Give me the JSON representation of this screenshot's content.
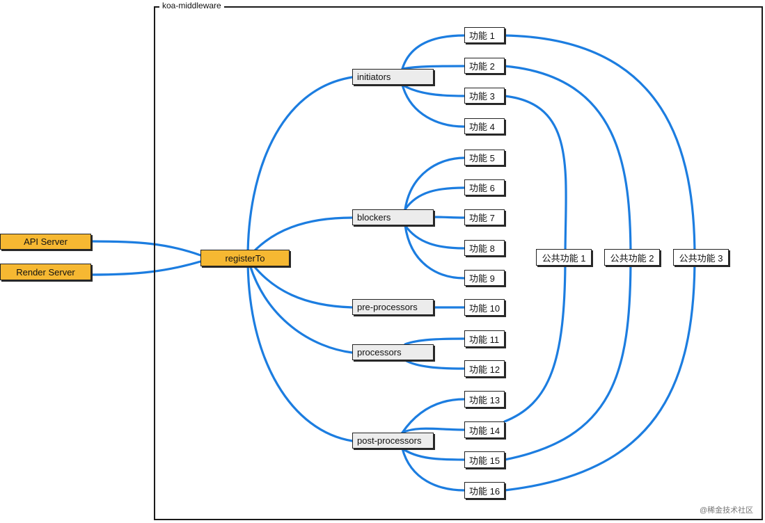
{
  "frame": {
    "title": "koa-middleware"
  },
  "colors": {
    "wire": "#1c7de0",
    "accent": "#f6b832",
    "stage": "#ececec"
  },
  "servers": [
    {
      "id": "api",
      "label": "API Server"
    },
    {
      "id": "render",
      "label": "Render Server"
    }
  ],
  "register": {
    "label": "registerTo"
  },
  "stages": [
    {
      "id": "initiators",
      "label": "initiators"
    },
    {
      "id": "blockers",
      "label": "blockers"
    },
    {
      "id": "pre",
      "label": "pre-processors"
    },
    {
      "id": "proc",
      "label": "processors"
    },
    {
      "id": "post",
      "label": "post-processors"
    }
  ],
  "features": [
    {
      "id": "f1",
      "label": "功能 1"
    },
    {
      "id": "f2",
      "label": "功能 2"
    },
    {
      "id": "f3",
      "label": "功能 3"
    },
    {
      "id": "f4",
      "label": "功能 4"
    },
    {
      "id": "f5",
      "label": "功能 5"
    },
    {
      "id": "f6",
      "label": "功能 6"
    },
    {
      "id": "f7",
      "label": "功能 7"
    },
    {
      "id": "f8",
      "label": "功能 8"
    },
    {
      "id": "f9",
      "label": "功能 9"
    },
    {
      "id": "f10",
      "label": "功能 10"
    },
    {
      "id": "f11",
      "label": "功能 11"
    },
    {
      "id": "f12",
      "label": "功能 12"
    },
    {
      "id": "f13",
      "label": "功能 13"
    },
    {
      "id": "f14",
      "label": "功能 14"
    },
    {
      "id": "f15",
      "label": "功能 15"
    },
    {
      "id": "f16",
      "label": "功能 16"
    }
  ],
  "shared": [
    {
      "id": "s1",
      "label": "公共功能 1"
    },
    {
      "id": "s2",
      "label": "公共功能 2"
    },
    {
      "id": "s3",
      "label": "公共功能 3"
    }
  ],
  "watermark": "@稀金技术社区"
}
